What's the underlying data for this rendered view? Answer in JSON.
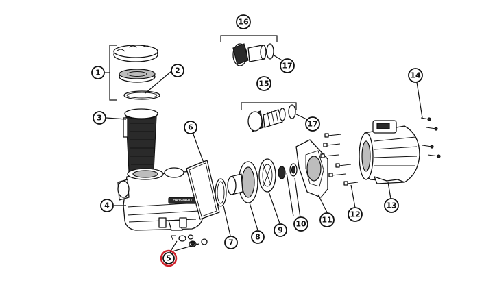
{
  "colors": {
    "line": "#111111",
    "highlight": "#d0202a",
    "background": "#ffffff"
  },
  "callouts": {
    "c1": "1",
    "c2": "2",
    "c3": "3",
    "c4": "4",
    "c5": "5",
    "c6": "6",
    "c7": "7",
    "c8": "8",
    "c9": "9",
    "c10": "10",
    "c11": "11",
    "c12": "12",
    "c13": "13",
    "c14": "14",
    "c15": "15",
    "c16": "16",
    "c17a": "17",
    "c17b": "17"
  },
  "highlighted_callout": "5",
  "pump_body_label": "HAYWARD"
}
